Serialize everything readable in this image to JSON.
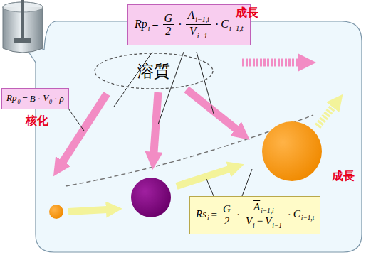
{
  "diagram": {
    "nodes": [
      {
        "text": [
          "Rp",
          "i",
          "=",
          "G",
          "2",
          "·",
          "A",
          "i−1,i",
          "V",
          "i−1",
          "·",
          "C",
          "i−1,t"
        ]
      },
      {
        "text": [
          "溶質"
        ]
      },
      {
        "text": [
          "Rp",
          "0",
          "=",
          "B",
          "·",
          "V",
          "0",
          "·",
          "ρ"
        ]
      },
      {
        "text": [
          "Rs",
          "i",
          "=",
          "G",
          "2",
          "·",
          "A",
          "i−1,i",
          "V",
          "i",
          "−",
          "V",
          "i−1",
          "·",
          "C",
          "i−1,t"
        ]
      }
    ],
    "labels": [
      "成長",
      "核化",
      "成長"
    ]
  }
}
